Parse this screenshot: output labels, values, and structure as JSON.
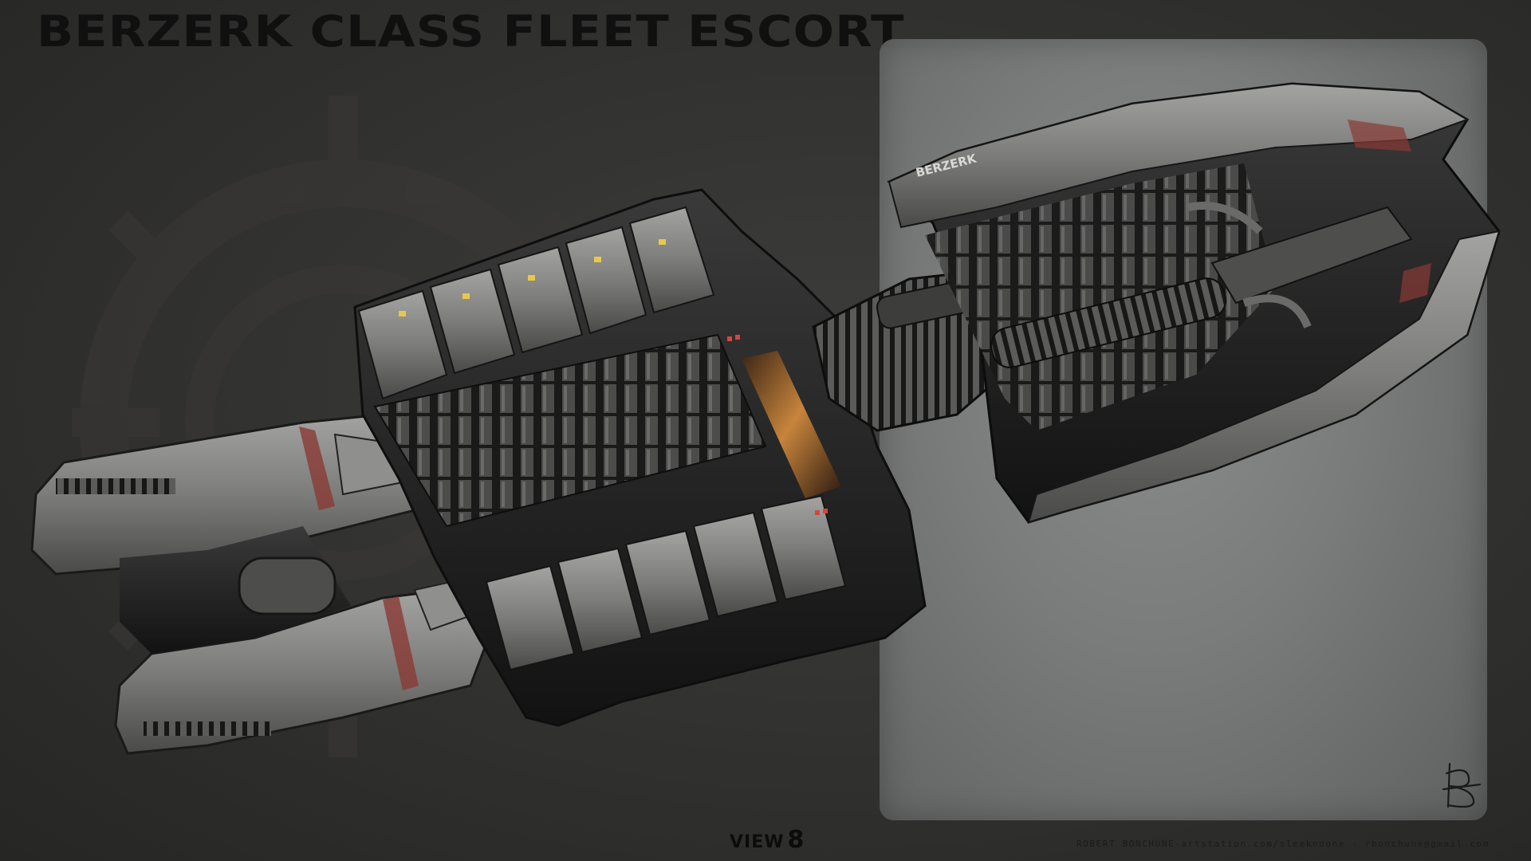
{
  "title": "BERZERK CLASS FLEET ESCORT",
  "view": {
    "label": "VIEW",
    "number": "8"
  },
  "credit": "ROBERT BONCHUNE-artstation.com/sleekndone - rbonchune@gmail.com",
  "hull_badge": "BERZERK",
  "icons": {
    "emblem": "cog-emblem-icon",
    "signature": "artist-signature-icon"
  },
  "colors": {
    "background": "#2f2f2e",
    "panel": "#7a7b7b",
    "title": "#101010",
    "hull": "#8a8a88",
    "hull_dark": "#1c1c1c",
    "accent_red": "#8a3a34",
    "light_yellow": "#e8c84a",
    "interior_amber": "#c7843c"
  }
}
